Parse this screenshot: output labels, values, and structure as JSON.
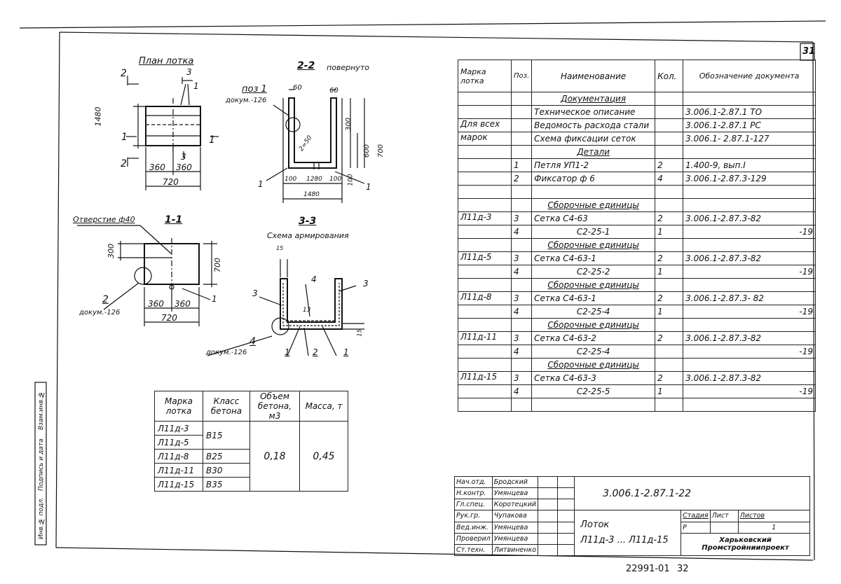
{
  "sheet_number": "31",
  "bottom_code": "22991-01",
  "bottom_page": "32",
  "drawings": {
    "plan": {
      "title": "План лотка",
      "dim_height": "1480",
      "dim_half_left": "360",
      "dim_half_right": "360",
      "dim_total": "720",
      "cut2": "2",
      "cut3": "3",
      "cut1": "1",
      "callout": "1"
    },
    "section22": {
      "title": "2-2",
      "subtitle": "повернуто",
      "callout_pos": "поз 1",
      "callout_doc": "докум.-126",
      "d60a": "60",
      "d60b": "60",
      "d300": "300",
      "d600": "600",
      "d700": "700",
      "d50": "2=50",
      "d100a": "100",
      "d1280": "1280",
      "d100b": "100",
      "d1480": "1480",
      "d100c": "100",
      "c1a": "1",
      "c1b": "1"
    },
    "section11": {
      "title": "1-1",
      "hole_label": "Отверстие ф40",
      "d300": "300",
      "d700": "700",
      "d360a": "360",
      "d360b": "360",
      "d720": "720",
      "callout_num": "2",
      "callout_doc": "докум.-126",
      "c1": "1"
    },
    "section33": {
      "title": "3-3",
      "subtitle": "Схема армирования",
      "d15a": "15",
      "d15b": "15",
      "c3a": "3",
      "c4": "4",
      "c3b": "3",
      "c13": "13",
      "c4b": "4",
      "callout_doc": "докум.-126",
      "c1a": "1",
      "c2": "2",
      "c1b": "1"
    }
  },
  "spec_table": {
    "headers": [
      "Марка лотка",
      "Поз.",
      "Наименование",
      "Кол.",
      "Обозначение документа"
    ],
    "rows": [
      [
        "",
        "",
        "Документация",
        "",
        ""
      ],
      [
        "",
        "",
        "Техническое описание",
        "",
        "3.006.1-2.87.1 ТО"
      ],
      [
        "Для всех",
        "",
        "Ведомость расхода стали",
        "",
        "3.006.1-2.87.1 РС"
      ],
      [
        "марок",
        "",
        "Схема фиксации сеток",
        "",
        "3.006.1- 2.87.1-127"
      ],
      [
        "",
        "",
        "Детали",
        "",
        ""
      ],
      [
        "",
        "1",
        "Петля УП1-2",
        "2",
        "1.400-9, вып.I"
      ],
      [
        "",
        "2",
        "Фиксатор ф 6",
        "4",
        "3.006.1-2.87.3-129"
      ],
      [
        "",
        "",
        "",
        "",
        ""
      ],
      [
        "",
        "",
        "Сборочные единицы",
        "",
        ""
      ],
      [
        "Л11д-3",
        "3",
        "Сетка С4-63",
        "2",
        "3.006.1-2.87.3-82"
      ],
      [
        "",
        "4",
        "С2-25-1",
        "1",
        "-19"
      ],
      [
        "",
        "",
        "Сборочные единицы",
        "",
        ""
      ],
      [
        "Л11д-5",
        "3",
        "Сетка С4-63-1",
        "2",
        "3.006.1-2.87.3-82"
      ],
      [
        "",
        "4",
        "С2-25-2",
        "1",
        "-19"
      ],
      [
        "",
        "",
        "Сборочные единицы",
        "",
        ""
      ],
      [
        "Л11д-8",
        "3",
        "Сетка С4-63-1",
        "2",
        "3.006.1-2.87.3- 82"
      ],
      [
        "",
        "4",
        "С2-25-4",
        "1",
        "-19"
      ],
      [
        "",
        "",
        "Сборочные единицы",
        "",
        ""
      ],
      [
        "Л11д-11",
        "3",
        "Сетка С4-63-2",
        "2",
        "3.006.1-2.87.3-82"
      ],
      [
        "",
        "4",
        "С2-25-4",
        "",
        "-19"
      ],
      [
        "",
        "",
        "Сборочные единицы",
        "",
        ""
      ],
      [
        "Л11д-15",
        "3",
        "Сетка С4-63-3",
        "2",
        "3.006.1-2.87.3-82"
      ],
      [
        "",
        "4",
        "С2-25-5",
        "1",
        "-19"
      ],
      [
        "",
        "",
        "",
        "",
        ""
      ]
    ]
  },
  "mass_table": {
    "headers": [
      "Марка лотка",
      "Класс бетона",
      "Объем бетона, м3",
      "Масса, т"
    ],
    "marks": [
      "Л11д-3",
      "Л11д-5",
      "Л11д-8",
      "Л11д-11",
      "Л11д-15"
    ],
    "classes": [
      "В15",
      "В25",
      "В30",
      "В35"
    ],
    "volume": "0,18",
    "mass": "0,45"
  },
  "stamp": {
    "people": [
      {
        "role": "Нач.отд.",
        "name": "Бродский"
      },
      {
        "role": "Н.контр.",
        "name": "Умянцева"
      },
      {
        "role": "Гл.спец.",
        "name": "Коротецкий"
      },
      {
        "role": "Рук.гр.",
        "name": "Чупакова"
      },
      {
        "role": "Вед.инж.",
        "name": "Умянцева"
      },
      {
        "role": "Проверил",
        "name": "Умянцева"
      },
      {
        "role": "Ст.техн.",
        "name": "Литвиненко"
      }
    ],
    "designation": "3.006.1-2.87.1-22",
    "title1": "Лоток",
    "title2": "Л11д-3 ... Л11д-15",
    "stage_header": "Стадия",
    "sheet_header": "Лист",
    "sheets_header": "Листов",
    "stage": "Р",
    "sheet": "",
    "sheets": "1",
    "org1": "Харьковский",
    "org2": "Промстройниипроект"
  },
  "margin_labels": [
    "Инв.№ подл.",
    "Подпись и дата",
    "Взам.инв.№"
  ]
}
